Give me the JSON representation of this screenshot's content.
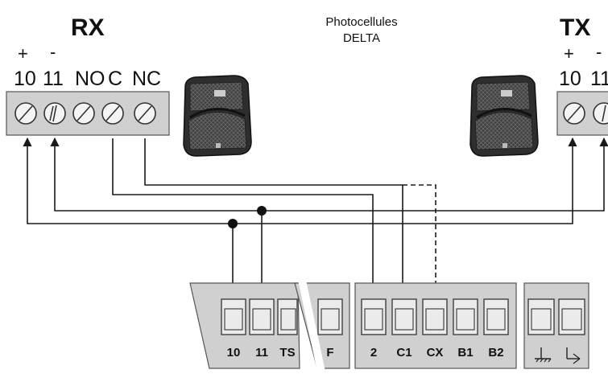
{
  "rx": {
    "title": "RX",
    "signs": [
      "+",
      "-"
    ],
    "terminals": [
      "10",
      "11",
      "NO",
      "C",
      "NC"
    ]
  },
  "tx": {
    "title": "TX",
    "signs": [
      "+",
      "-"
    ],
    "terminals": [
      "10",
      "11"
    ]
  },
  "caption": {
    "line1": "Photocellules",
    "line2": "DELTA"
  },
  "board": {
    "block1": [
      "10",
      "11",
      "TS"
    ],
    "block2": [
      "F"
    ],
    "block3": [
      "2",
      "C1",
      "CX",
      "B1",
      "B2"
    ],
    "ground_icon": "ground-icon",
    "shield_icon": "shield-ground-icon"
  },
  "colors": {
    "block": "#d0d0d0",
    "device_body": "#3a3a3a",
    "device_texture": "#555555",
    "wire": "#1a1a1a"
  }
}
